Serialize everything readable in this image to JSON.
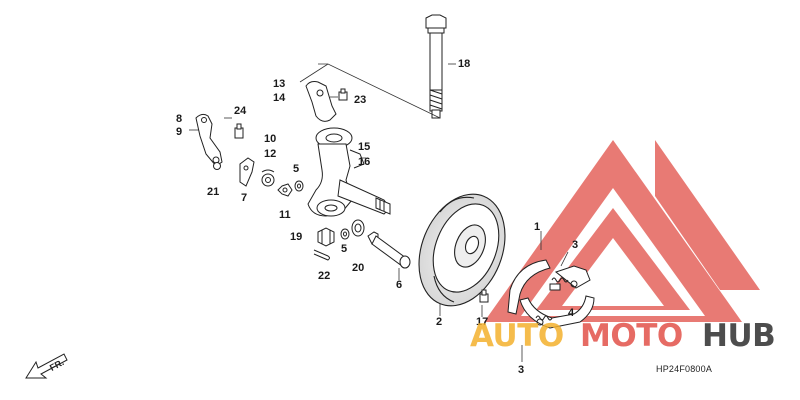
{
  "diagram": {
    "callouts": [
      {
        "id": "c1",
        "text": "1"
      },
      {
        "id": "c2",
        "text": "2"
      },
      {
        "id": "c3a",
        "text": "3"
      },
      {
        "id": "c3b",
        "text": "3"
      },
      {
        "id": "c4",
        "text": "4"
      },
      {
        "id": "c5a",
        "text": "5"
      },
      {
        "id": "c5b",
        "text": "5"
      },
      {
        "id": "c6",
        "text": "6"
      },
      {
        "id": "c7",
        "text": "7"
      },
      {
        "id": "c8",
        "text": "8"
      },
      {
        "id": "c9",
        "text": "9"
      },
      {
        "id": "c10",
        "text": "10"
      },
      {
        "id": "c11",
        "text": "11"
      },
      {
        "id": "c12",
        "text": "12"
      },
      {
        "id": "c13",
        "text": "13"
      },
      {
        "id": "c14",
        "text": "14"
      },
      {
        "id": "c15",
        "text": "15"
      },
      {
        "id": "c16",
        "text": "16"
      },
      {
        "id": "c17",
        "text": "17"
      },
      {
        "id": "c18",
        "text": "18"
      },
      {
        "id": "c19",
        "text": "19"
      },
      {
        "id": "c20",
        "text": "20"
      },
      {
        "id": "c21",
        "text": "21"
      },
      {
        "id": "c22",
        "text": "22"
      },
      {
        "id": "c23",
        "text": "23"
      },
      {
        "id": "c24",
        "text": "24"
      }
    ],
    "direction_label": "FR.",
    "diagram_code": "HP24F0800A"
  },
  "watermark": {
    "part_auto": "AUTO",
    "part_moto": "MOTO",
    "part_hub": "HUB",
    "colors": {
      "auto": "#F3B02D",
      "moto": "#E2564E",
      "hub": "#3A3A3A",
      "logo": "#E2564E"
    }
  }
}
